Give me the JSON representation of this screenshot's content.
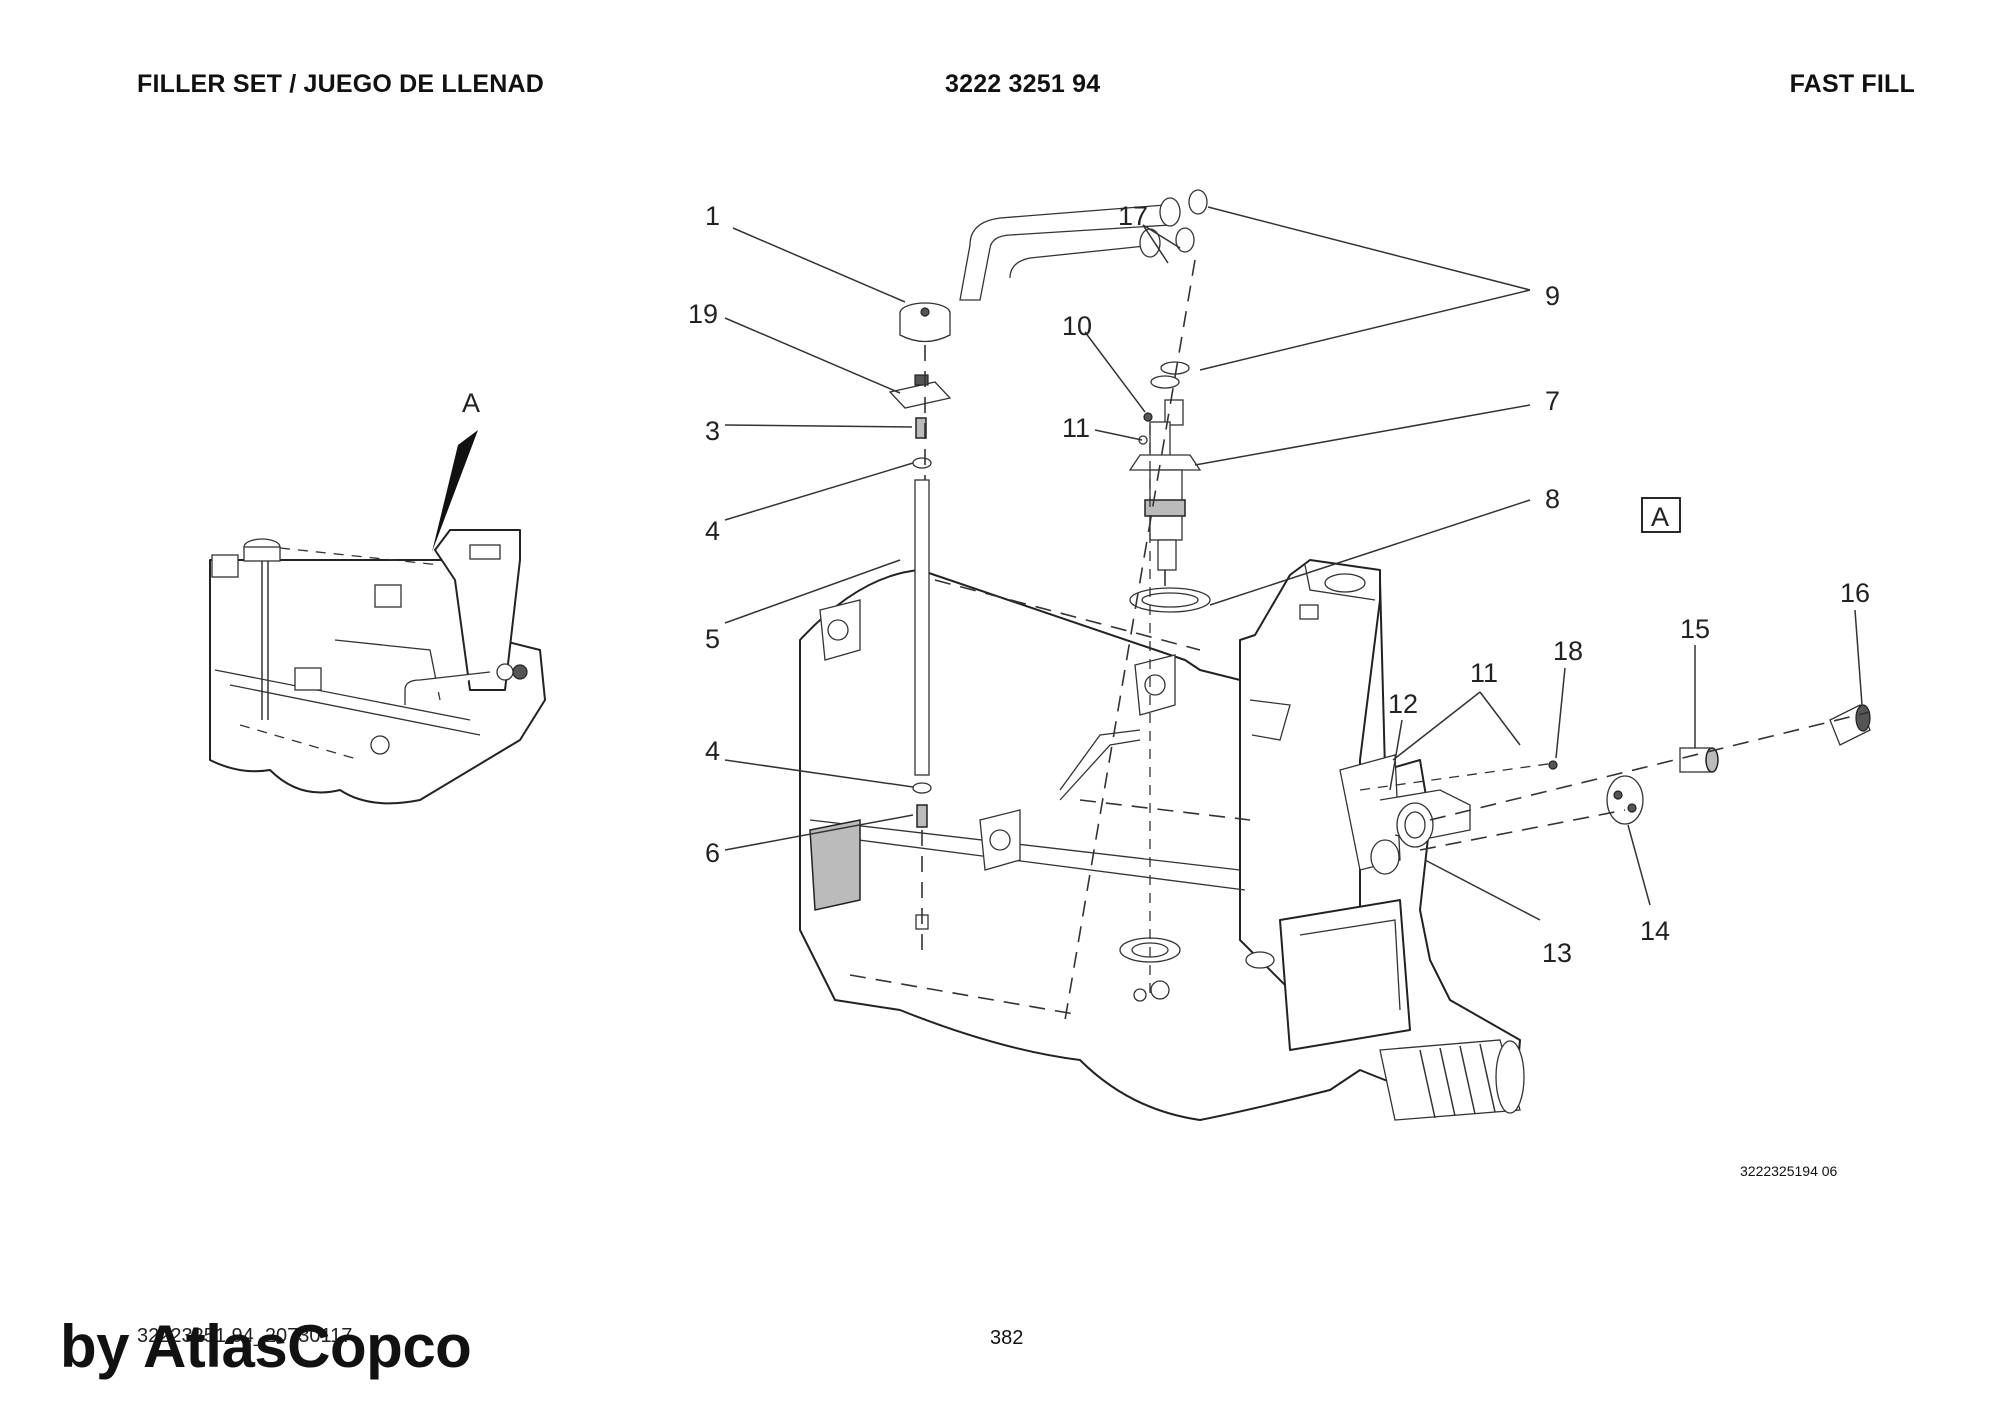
{
  "header": {
    "left_title": "FILLER SET / JUEGO DE LLENAD",
    "part_number": "3222 3251 94",
    "right_title": "FAST FILL"
  },
  "diagram": {
    "detail_marker": "A",
    "detail_box_label": "A",
    "callouts": {
      "c1": "1",
      "c19": "19",
      "c3": "3",
      "c4a": "4",
      "c5": "5",
      "c4b": "4",
      "c6": "6",
      "c17": "17",
      "c10": "10",
      "c11a": "11",
      "c9": "9",
      "c7": "7",
      "c8": "8",
      "c11b": "11",
      "c12": "12",
      "c18": "18",
      "c13": "13",
      "c14": "14",
      "c15": "15",
      "c16": "16"
    },
    "drawing_ref": "3222325194 06"
  },
  "footer": {
    "doc_code": "32223251 94_20730117",
    "page": "382",
    "watermark": "by AtlasCopco"
  }
}
